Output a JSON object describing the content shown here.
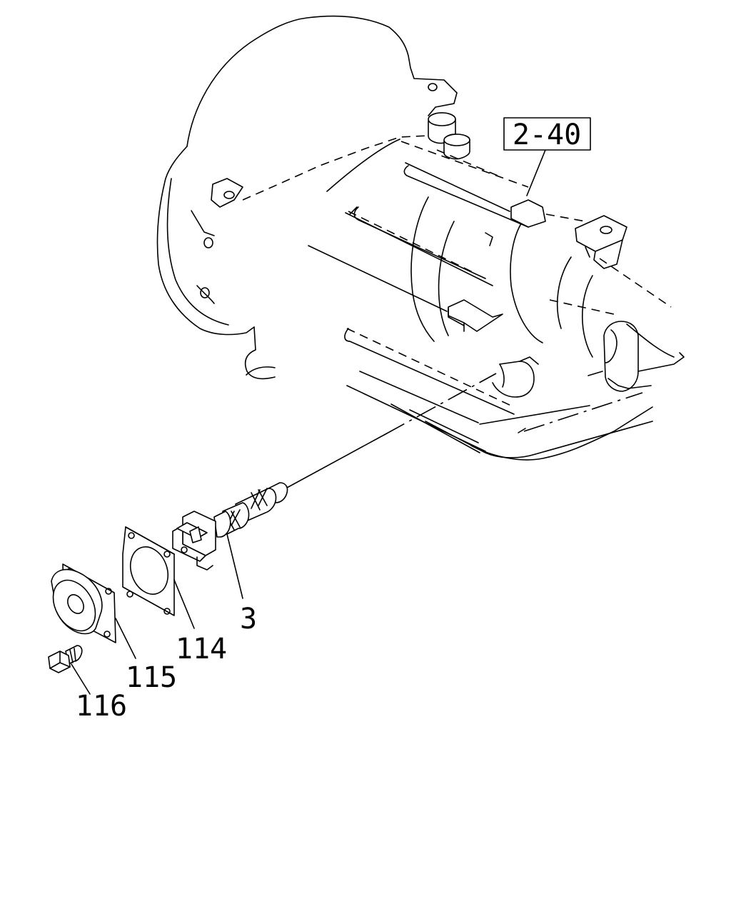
{
  "reference_label": "2-40",
  "callouts": [
    {
      "id": "part-3",
      "label": "3"
    },
    {
      "id": "part-114",
      "label": "114"
    },
    {
      "id": "part-115",
      "label": "115"
    },
    {
      "id": "part-116",
      "label": "116"
    }
  ],
  "colors": {
    "line": "#000000",
    "background": "#ffffff"
  }
}
